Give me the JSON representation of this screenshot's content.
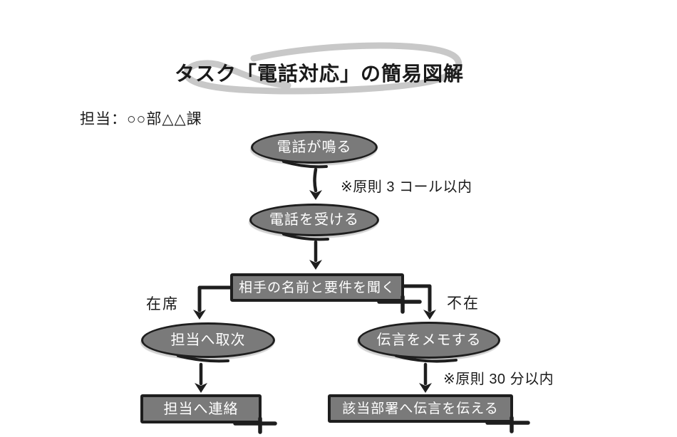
{
  "title": "タスク「電話対応」の簡易図解",
  "owner": "担当：○○部△△課",
  "flow": {
    "nodes": {
      "ring": "電話が鳴る",
      "answer": "電話を受ける",
      "ask": "相手の名前と要件を聞く",
      "transfer": "担当へ取次",
      "memo": "伝言をメモする",
      "contact": "担当へ連絡",
      "relay": "該当部署へ伝言を伝える"
    },
    "branches": {
      "present": "在席",
      "absent": "不在"
    },
    "notes": {
      "ring_rule": "※原則 3 コール以内",
      "memo_rule": "※原則 30 分以内"
    }
  },
  "colors": {
    "ink": "#1e1e1e",
    "node_fill": "#7a7a7a",
    "node_text": "#ffffff",
    "highlight_loop": "#c8c8c8"
  }
}
